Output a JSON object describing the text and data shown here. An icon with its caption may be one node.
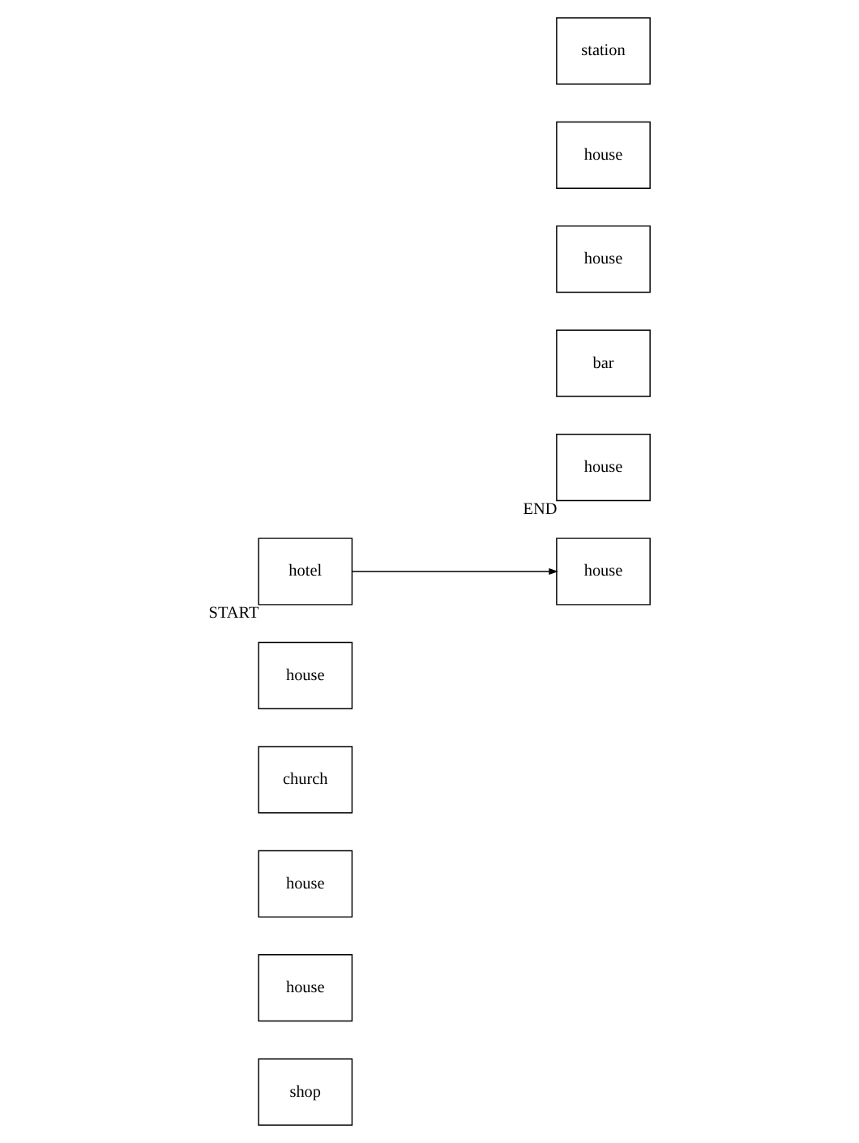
{
  "diagram": {
    "nodes": [
      {
        "text": [
          "shop"
        ]
      },
      {
        "text": [
          "house"
        ]
      },
      {
        "text": [
          "house"
        ]
      },
      {
        "text": [
          "church"
        ]
      },
      {
        "text": [
          "house"
        ]
      },
      {
        "text": [
          "hotel"
        ],
        "beside": [
          "START"
        ]
      },
      {
        "text": [
          "house"
        ],
        "beside": [
          "END"
        ]
      },
      {
        "text": [
          "bar"
        ]
      },
      {
        "text": [
          "house"
        ]
      },
      {
        "text": [
          "house"
        ]
      },
      {
        "text": [
          "station"
        ]
      },
      {
        "text": [
          "house"
        ]
      }
    ],
    "edges": [
      {
        "from": 5,
        "to": 11,
        "arrow": "to"
      }
    ]
  }
}
